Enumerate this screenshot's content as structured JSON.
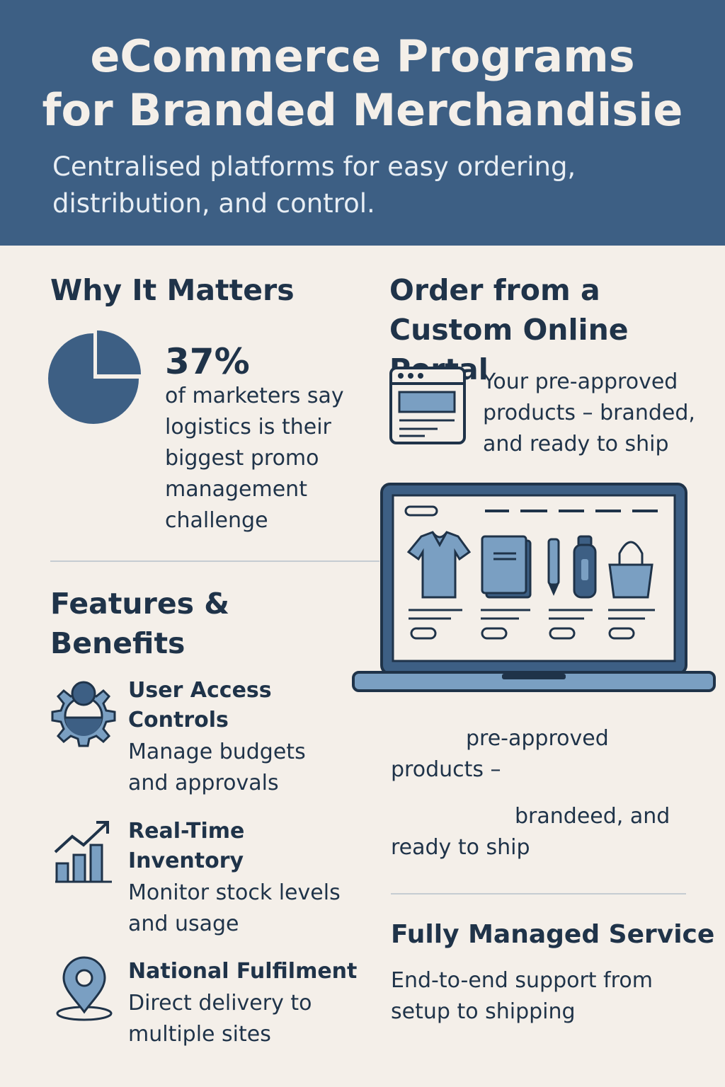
{
  "header": {
    "title_line1": "eCommerce Programs",
    "title_line2": "for Branded Merchandisie",
    "subtitle_line1": "Centralised platforms for easy ordering,",
    "subtitle_line2": "distribution, and control."
  },
  "why": {
    "heading": "Why It Matters",
    "stat_value": "37%",
    "stat_lines": [
      "of marketers say",
      "logistics is their",
      "biggest promo",
      "management",
      "challenge"
    ]
  },
  "portal": {
    "heading_line1": "Order from a",
    "heading_line2": "Custom Online Portal",
    "desc_lines": [
      "Your pre-approved",
      "products – branded,",
      "and ready to ship"
    ]
  },
  "features": {
    "heading_line1": "Features &",
    "heading_line2": "Benefits",
    "items": [
      {
        "title_line1": "User Access",
        "title_line2": "Controls",
        "desc_line1": "Manage budgets",
        "desc_line2": "and approvals"
      },
      {
        "title_line1": "Real-Time",
        "title_line2": "Inventory",
        "desc_line1": "Monitor stock levels",
        "desc_line2": "and usage"
      },
      {
        "title_line1": "National Fulfilment",
        "title_line2": "",
        "desc_line1": "Direct delivery to",
        "desc_line2": "multiple sites"
      }
    ]
  },
  "repeat": {
    "line1": "pre-approved",
    "line2": "products –",
    "line3": "brandeed, and",
    "line4": "ready to ship"
  },
  "managed": {
    "heading": "Fully Managed Service",
    "desc_line1": "End-to-end support from",
    "desc_line2": "setup to shipping"
  },
  "icons": {
    "pie": "pie-chart-icon",
    "browser": "browser-window-icon",
    "laptop": "laptop-storefront-icon",
    "user_gear": "user-gear-icon",
    "growth": "growth-chart-icon",
    "pin": "location-pin-icon"
  },
  "colors": {
    "header_bg": "#3d5f84",
    "accent": "#3d5f84",
    "light_blue": "#7a9fc2",
    "page_bg": "#f4efe9",
    "text": "#1f3349"
  }
}
